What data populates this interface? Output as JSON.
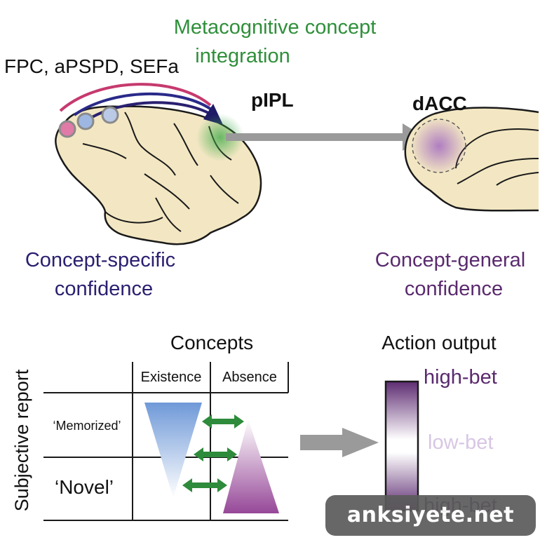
{
  "top": {
    "integration_line1": "Metacognitive concept",
    "integration_line2": "integration",
    "regions": "FPC, aPSPD, SEFa",
    "pipl": "pIPL",
    "dacc": "dACC",
    "specific_line1": "Concept-specific",
    "specific_line2": "confidence",
    "general_line1": "Concept-general",
    "general_line2": "confidence"
  },
  "bottom": {
    "concepts_title": "Concepts",
    "action_title": "Action output",
    "y_axis_label": "Subjective report",
    "col_existence": "Existence",
    "col_absence": "Absence",
    "row_memorized": "‘Memorized’",
    "row_novel": "‘Novel’",
    "bar_high_top": "high-bet",
    "bar_low": "low-bet",
    "bar_high_bottom": "high-bet"
  },
  "watermark": "anksiyete.net",
  "colors": {
    "integration_green": "#2f8f3a",
    "specific_navy": "#2a2070",
    "general_purple": "#5a2a6e",
    "existence_blue": "#7fa6dc",
    "absence_magenta": "#9b4a9a",
    "arrow_green": "#2e8b3b",
    "arrow_gray": "#9a9a9a",
    "brain_fill": "#f3e7c3"
  }
}
